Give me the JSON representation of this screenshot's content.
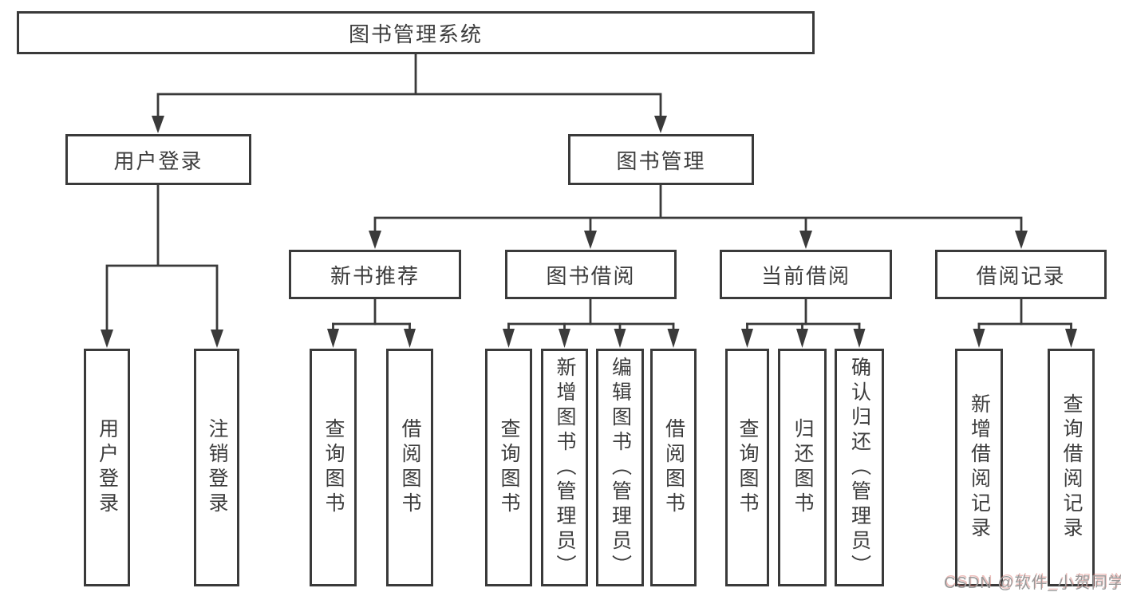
{
  "diagram": {
    "root": {
      "label": "图书管理系统"
    },
    "branches": [
      {
        "label": "用户登录",
        "children": [
          {
            "label": "用户登录"
          },
          {
            "label": "注销登录"
          }
        ]
      },
      {
        "label": "图书管理",
        "children": [
          {
            "label": "新书推荐",
            "children": [
              {
                "label": "查询图书"
              },
              {
                "label": "借阅图书"
              }
            ]
          },
          {
            "label": "图书借阅",
            "children": [
              {
                "label": "查询图书"
              },
              {
                "label": "新增图书（管理员）"
              },
              {
                "label": "编辑图书（管理员）"
              },
              {
                "label": "借阅图书"
              }
            ]
          },
          {
            "label": "当前借阅",
            "children": [
              {
                "label": "查询图书"
              },
              {
                "label": "归还图书"
              },
              {
                "label": "确认归还（管理员）"
              }
            ]
          },
          {
            "label": "借阅记录",
            "children": [
              {
                "label": "新增借阅记录"
              },
              {
                "label": "查询借阅记录"
              }
            ]
          }
        ]
      }
    ]
  },
  "colors": {
    "line": "#3a3a3a",
    "text": "#3d3d3d",
    "watermark": "#999999"
  },
  "watermark": {
    "text": "CSDN @软件_小贺同学"
  }
}
